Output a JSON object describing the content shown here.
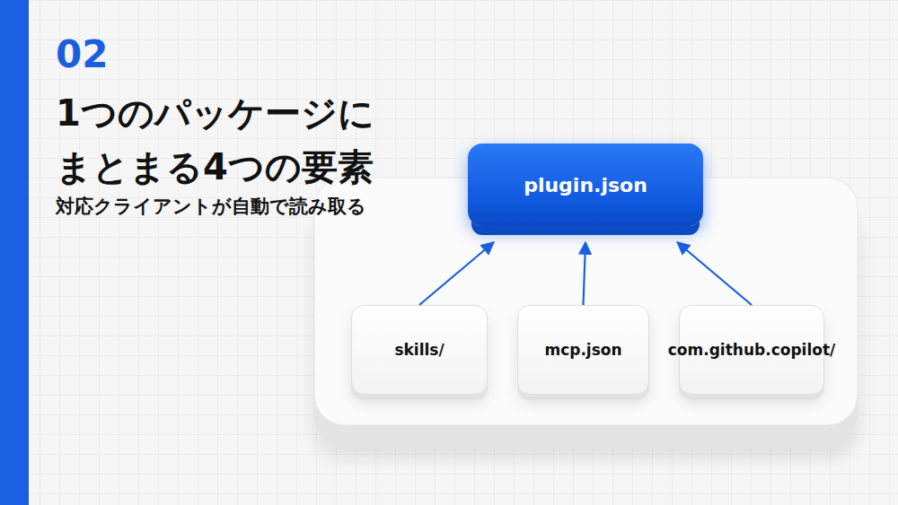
{
  "diagram": {
    "title": "1つのパッケージに まとまる4つの要素",
    "nodes": [
      {
        "text": [
          "plugin.json"
        ]
      },
      {
        "text": [
          "skills/"
        ]
      },
      {
        "text": [
          "mcp.json"
        ]
      },
      {
        "text": [
          "com.github.copilot/"
        ]
      }
    ],
    "edges": [
      {
        "from": 1,
        "to": 0,
        "arrow": "to"
      },
      {
        "from": 2,
        "to": 0,
        "arrow": "to"
      },
      {
        "from": 3,
        "to": 0,
        "arrow": "to"
      }
    ],
    "labels": [
      "02",
      "対応クライアントが自動で読み取る"
    ]
  }
}
